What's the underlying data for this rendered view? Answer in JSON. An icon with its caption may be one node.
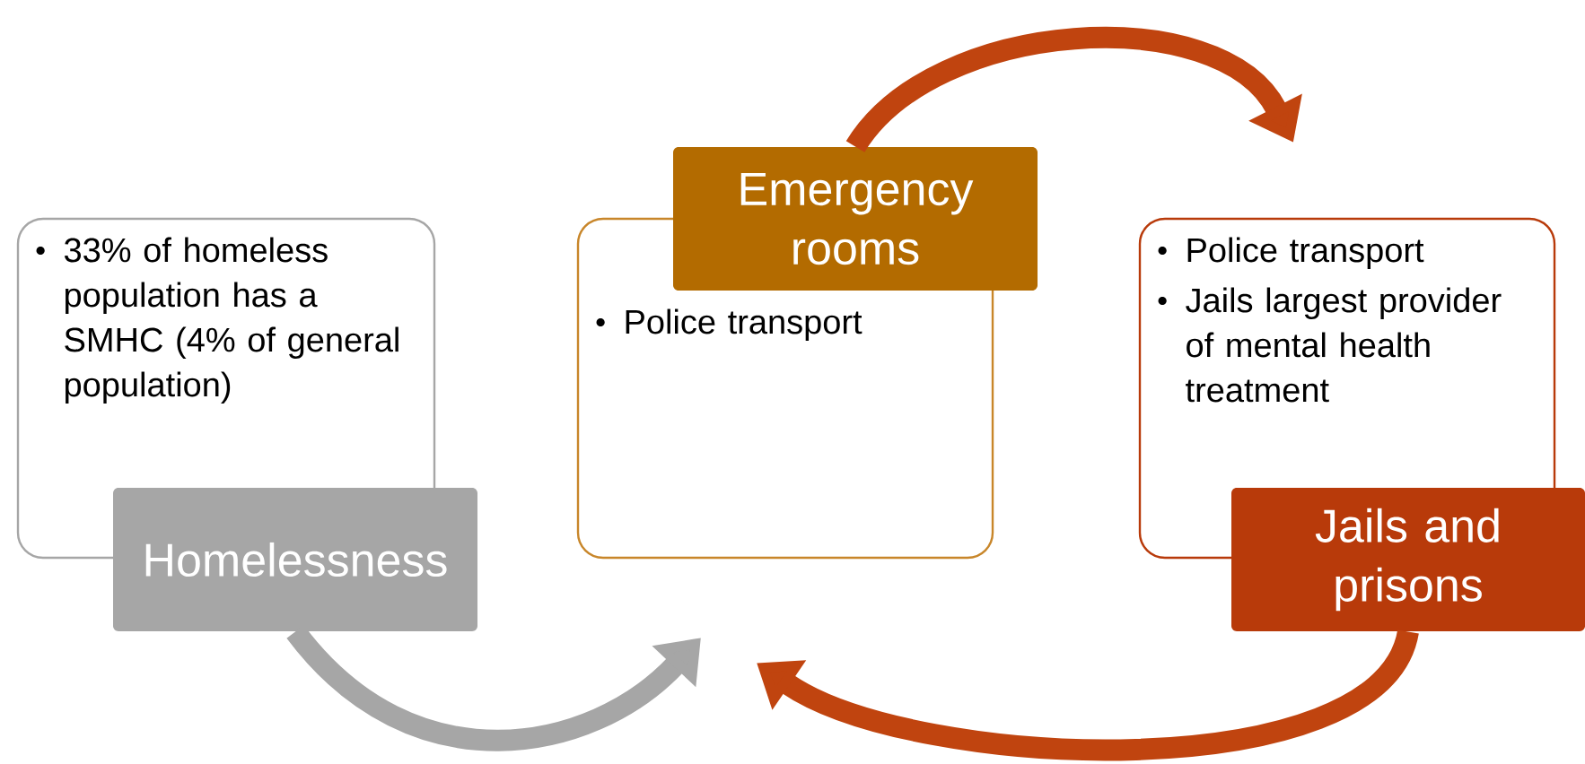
{
  "diagram": {
    "nodes": [
      {
        "text": [
          "33% of homeless population has a SMHC (4% of general population)"
        ]
      },
      {
        "text": [
          "Homelessness"
        ]
      },
      {
        "text": [
          "Police transport"
        ]
      },
      {
        "text": [
          "Emergency rooms"
        ]
      },
      {
        "text": [
          "Police transport",
          "Jails largest provider of mental health treatment"
        ]
      },
      {
        "text": [
          "Jails and prisons"
        ]
      }
    ],
    "edges": [
      {
        "from": 1,
        "to": 2,
        "arrow": "to",
        "color": "#a6a6a6"
      },
      {
        "from": 3,
        "to": 4,
        "arrow": "to"
      },
      {
        "from": 5,
        "to": 2,
        "arrow": "to"
      }
    ]
  }
}
